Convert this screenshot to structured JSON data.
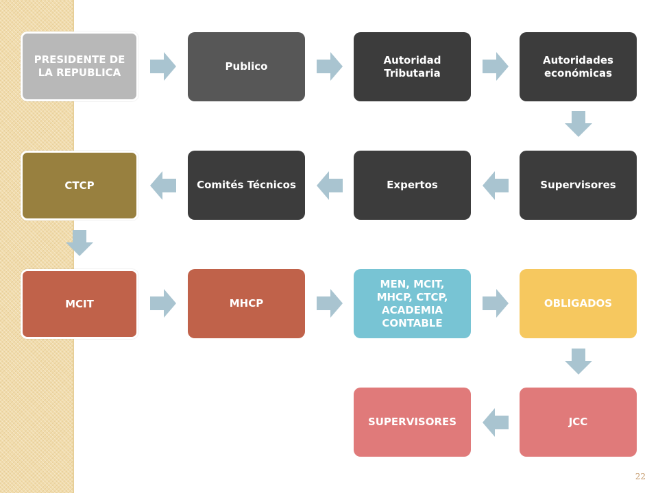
{
  "colors": {
    "sidebar": "#f1dcac",
    "arrow": "#a9c4d0",
    "light_gray": "#b8b8b8",
    "mid_gray": "#575757",
    "dark_gray": "#3c3c3c",
    "olive": "#98803f",
    "rust": "#c0624a",
    "teal": "#78c4d4",
    "gold": "#f6c85f",
    "salmon": "#e07a7a"
  },
  "nodes": {
    "presidente": "PRESIDENTE DE LA REPUBLICA",
    "publico": "Publico",
    "autoridad_tributaria": "Autoridad Tributaria",
    "autoridades_economicas": "Autoridades económicas",
    "supervisores_1": "Supervisores",
    "expertos": "Expertos",
    "comites_tecnicos": "Comités Técnicos",
    "ctcp": "CTCP",
    "mcit": "MCIT",
    "mhcp": "MHCP",
    "academia": "MEN, MCIT, MHCP, CTCP, ACADEMIA CONTABLE",
    "obligados": "OBLIGADOS",
    "jcc": "JCC",
    "supervisores_2": "SUPERVISORES"
  },
  "page_number": "22"
}
